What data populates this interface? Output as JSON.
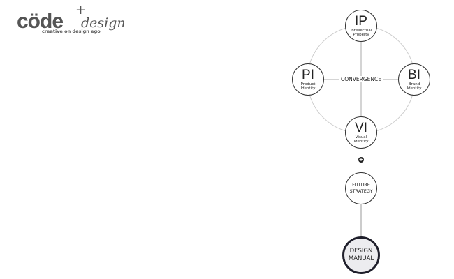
{
  "logo": {
    "main": "cöde",
    "plus": "+",
    "script": "design",
    "tagline": "creative on design ego"
  },
  "diagram": {
    "center": "CONVERGENCE",
    "nodes": [
      {
        "abbr": "IP",
        "sub": "Intellectual Property"
      },
      {
        "abbr": "PI",
        "sub": "Product Identity"
      },
      {
        "abbr": "BI",
        "sub": "Brand Identity"
      },
      {
        "abbr": "VI",
        "sub": "Visual Identity"
      }
    ],
    "plus": "+",
    "future": "FUTURE STRATEGY",
    "manual": "DESIGN MANUAL"
  }
}
